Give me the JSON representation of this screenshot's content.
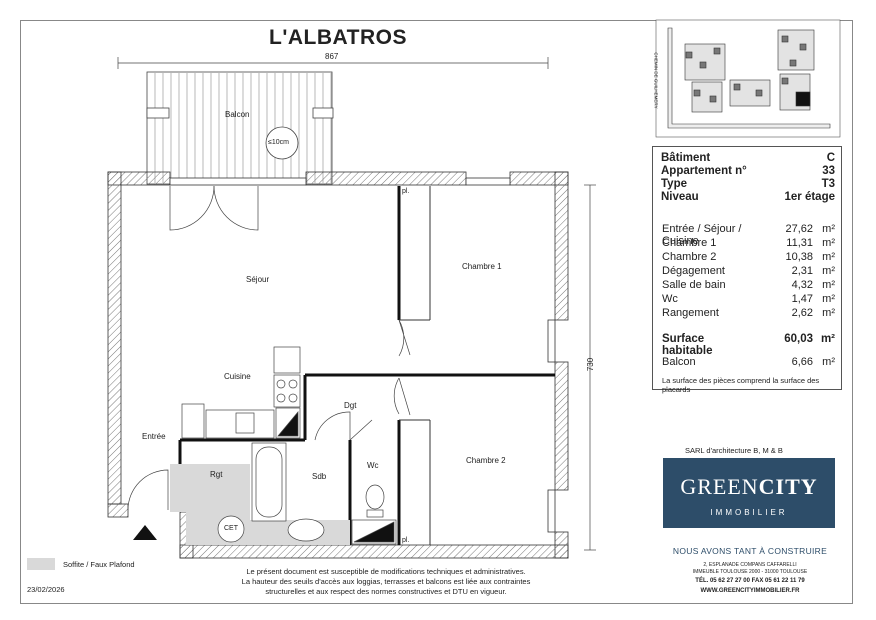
{
  "title": "L'ALBATROS",
  "dims": {
    "width": "867",
    "height": "730"
  },
  "rooms": {
    "balcon": "Balcon",
    "balcon_note": "≤10cm",
    "sejour": "Séjour",
    "cuisine": "Cuisine",
    "entree": "Entrée",
    "rgt": "Rgt",
    "cet": "CET",
    "sdb": "Sdb",
    "wc": "Wc",
    "dgt": "Dgt",
    "chambre1": "Chambre 1",
    "chambre2": "Chambre 2",
    "pl1": "pl.",
    "pl2": "pl."
  },
  "location_map": {
    "street_label": "CHEMIN DE GUILHEMERY"
  },
  "info": {
    "batiment_label": "Bâtiment",
    "batiment": "C",
    "appartement_label": "Appartement n°",
    "appartement": "33",
    "type_label": "Type",
    "type": "T3",
    "niveau_label": "Niveau",
    "niveau": "1er étage",
    "areas": [
      {
        "name": "Entrée / Séjour / Cuisine",
        "value": "27,62",
        "unit": "m²"
      },
      {
        "name": "Chambre 1",
        "value": "11,31",
        "unit": "m²"
      },
      {
        "name": "Chambre 2",
        "value": "10,38",
        "unit": "m²"
      },
      {
        "name": "Dégagement",
        "value": "2,31",
        "unit": "m²"
      },
      {
        "name": "Salle de bain",
        "value": "4,32",
        "unit": "m²"
      },
      {
        "name": "Wc",
        "value": "1,47",
        "unit": "m²"
      },
      {
        "name": "Rangement",
        "value": "2,62",
        "unit": "m²"
      }
    ],
    "surface_label": "Surface habitable",
    "surface_value": "60,03",
    "surface_unit": "m²",
    "balcon_label": "Balcon",
    "balcon_value": "6,66",
    "balcon_unit": "m²",
    "note": "La surface des pièces comprend la surface des placards"
  },
  "architect": "SARL d'architecture B, M & B",
  "logo": {
    "green": "GREEN",
    "city": "CITY",
    "sub": "IMMOBILIER",
    "tagline": "NOUS AVONS TANT À CONSTRUIRE",
    "address1": "2, ESPLANADE COMPANS CAFFARELLI",
    "address2": "IMMEUBLE TOULOUSE 2000 - 31000 TOULOUSE",
    "phone": "TÉL. 05 62 27 27 00  FAX 05 61 22 11 79",
    "web": "WWW.GREENCITYIMMOBILIER.FR"
  },
  "legend": {
    "soffite": "Soffite / Faux Plafond",
    "color": "#d9d9d9"
  },
  "date": "23/02/2026",
  "disclaimer": [
    "Le présent document est susceptible de modifications techniques et administratives.",
    "La hauteur des seuils d'accès aux loggias, terrasses et balcons est liée aux contraintes",
    "structurelles et aux respect des normes constructives et DTU en vigueur."
  ]
}
